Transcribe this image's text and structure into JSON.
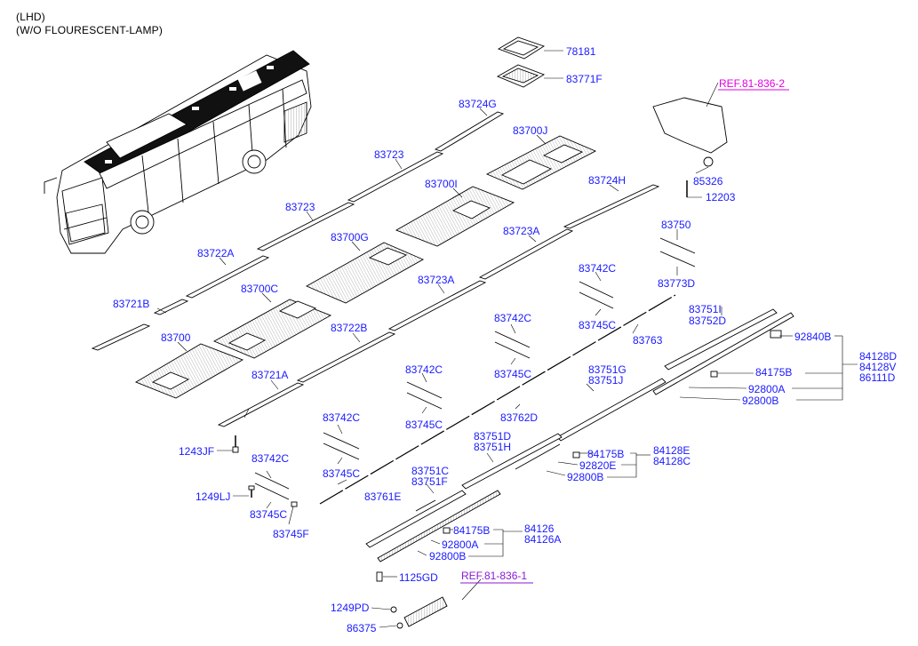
{
  "header": {
    "line1": "(LHD)",
    "line2": "(W/O FLOURESCENT-LAMP)"
  },
  "refs": {
    "ref_upper": {
      "text": "REF.81-836-2",
      "color": "#e000e0"
    },
    "ref_lower": {
      "text": "REF.81-836-1",
      "color": "#8a1ad6"
    }
  },
  "colors": {
    "label": "#1a1aff",
    "line": "#000000"
  },
  "parts": {
    "p78181": "78181",
    "p83771F": "83771F",
    "p83724G": "83724G",
    "p83700J": "83700J",
    "p83723a": "83723",
    "p83723b": "83723",
    "p83700I": "83700I",
    "p83724H": "83724H",
    "p83700G": "83700G",
    "p83723Aa": "83723A",
    "p83750": "83750",
    "p83722A": "83722A",
    "p83773D": "83773D",
    "p83742Ca": "83742C",
    "p83700C": "83700C",
    "p83723Ab": "83723A",
    "p83721B": "83721B",
    "p83745Ca": "83745C",
    "p83751I": "83751I",
    "p83752D": "83752D",
    "p83742Cb": "83742C",
    "p83700": "83700",
    "p83722B": "83722B",
    "p83763": "83763",
    "p92840B": "92840B",
    "p84128D": "84128D",
    "p84128V": "84128V",
    "p86111D": "86111D",
    "p84175Ba": "84175B",
    "p83745Cb": "83745C",
    "p83742Cc": "83742C",
    "p83751G": "83751G",
    "p83751J": "83751J",
    "p83721A": "83721A",
    "p92800Aa": "92800A",
    "p92800Ba": "92800B",
    "p83745Cc": "83745C",
    "p83762D": "83762D",
    "p83742Cd": "83742C",
    "p83751D": "83751D",
    "p83751H": "83751H",
    "p84175Bb": "84175B",
    "p84128E": "84128E",
    "p84128C": "84128C",
    "p1243JF": "1243JF",
    "p92820E": "92820E",
    "p83742Ce": "83742C",
    "p83745Cd": "83745C",
    "p83751C": "83751C",
    "p83751F": "83751F",
    "p92800Bb": "92800B",
    "p1249LJ": "1249LJ",
    "p83761E": "83761E",
    "p83745Ce": "83745C",
    "p83745F": "83745F",
    "p84175Bc": "84175B",
    "p84126": "84126",
    "p84126A": "84126A",
    "p92800Ab": "92800A",
    "p92800Bc": "92800B",
    "p1125GD": "1125GD",
    "p1249PD": "1249PD",
    "p86375": "86375",
    "p85326": "85326",
    "p12203": "12203"
  }
}
